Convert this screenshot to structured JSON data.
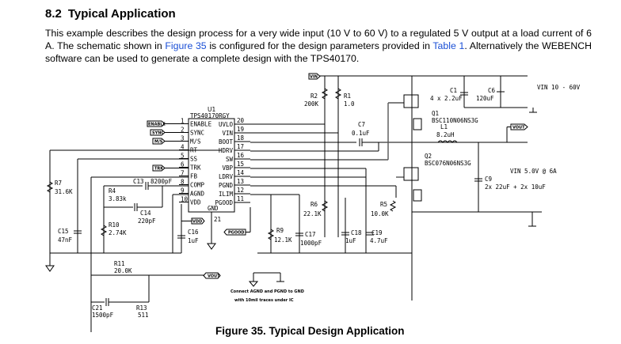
{
  "section": {
    "number": "8.2",
    "title": "Typical Application"
  },
  "paragraph": {
    "part1": "This example describes the design process for a very wide input (10 V to 60 V) to a regulated 5 V output at a load current of 6 A. The schematic shown in ",
    "link1": "Figure 35",
    "part2": " is configured for the design parameters provided in ",
    "link2": "Table 1",
    "part3": ". Alternatively the WEBENCH software can be used to generate a complete design with the TPS40170."
  },
  "caption": "Figure 35.  Typical Design Application",
  "schematic": {
    "ic": {
      "ref": "U1",
      "part": "TPS40170RGY",
      "left_pins": [
        {
          "num": "1",
          "name": "ENABLE"
        },
        {
          "num": "2",
          "name": "SYNC"
        },
        {
          "num": "3",
          "name": "M/S"
        },
        {
          "num": "4",
          "name": "RT"
        },
        {
          "num": "5",
          "name": "SS"
        },
        {
          "num": "6",
          "name": "TRK"
        },
        {
          "num": "7",
          "name": "FB"
        },
        {
          "num": "8",
          "name": "COMP"
        },
        {
          "num": "9",
          "name": "AGND"
        },
        {
          "num": "10",
          "name": "VDD"
        }
      ],
      "right_pins": [
        {
          "num": "20",
          "name": "UVLO"
        },
        {
          "num": "19",
          "name": "VIN"
        },
        {
          "num": "18",
          "name": "BOOT"
        },
        {
          "num": "17",
          "name": "HDRV"
        },
        {
          "num": "16",
          "name": "SW"
        },
        {
          "num": "15",
          "name": "VBP"
        },
        {
          "num": "14",
          "name": "LDRV"
        },
        {
          "num": "13",
          "name": "PGND"
        },
        {
          "num": "12",
          "name": "ILIM"
        },
        {
          "num": "11",
          "name": "PGOOD"
        }
      ],
      "gnd_pin": {
        "num": "21",
        "name": "GND"
      }
    },
    "net_labels": {
      "vin": "VIN",
      "enable": "ENABLE",
      "sync": "SYNC",
      "ms": "M/S",
      "trk": "TRK",
      "vdd": "VDD",
      "pgood": "PGOOD",
      "vout1": "VOUT",
      "vout2": "VOUT"
    },
    "components": {
      "r1": {
        "ref": "R1",
        "value": "1.0"
      },
      "r2": {
        "ref": "R2",
        "value": "200K"
      },
      "r4": {
        "ref": "R4",
        "value": "3.83k"
      },
      "r5": {
        "ref": "R5",
        "value": "10.0K"
      },
      "r6": {
        "ref": "R6",
        "value": "22.1K"
      },
      "r7": {
        "ref": "R7",
        "value": "31.6K"
      },
      "r9": {
        "ref": "R9",
        "value": "12.1K"
      },
      "r10": {
        "ref": "R10",
        "value": "2.74K"
      },
      "r11": {
        "ref": "R11",
        "value": "20.0K"
      },
      "r13": {
        "ref": "R13",
        "value": "511"
      },
      "c1": {
        "ref": "C1",
        "value": "4 x 2.2uF"
      },
      "c6": {
        "ref": "C6",
        "value": "120uF"
      },
      "c7": {
        "ref": "C7",
        "value": "0.1uF"
      },
      "c9": {
        "ref": "C9",
        "value": "2x 22uF + 2x 10uF"
      },
      "c13": {
        "ref": "C13",
        "value": "8200pF"
      },
      "c14": {
        "ref": "C14",
        "value": "220pF"
      },
      "c15": {
        "ref": "C15",
        "value": "47nF"
      },
      "c16": {
        "ref": "C16",
        "value": "1uF"
      },
      "c17": {
        "ref": "C17",
        "value": "1000pF"
      },
      "c18": {
        "ref": "C18",
        "value": "1uF"
      },
      "c19": {
        "ref": "C19",
        "value": "4.7uF"
      },
      "c21": {
        "ref": "C21",
        "value": "1500pF"
      },
      "q1": {
        "ref": "Q1",
        "part": "BSC110N06NS3G"
      },
      "q2": {
        "ref": "Q2",
        "part": "BSC076N06NS3G"
      },
      "l1": {
        "ref": "L1",
        "value": "8.2uH"
      }
    },
    "annotations": {
      "vin_range": "VIN 10 - 60V",
      "vout_spec": "VIN 5.0V @ 6A",
      "note_line1": "Connect AGND and PGND to GND",
      "note_line2": "with 10mil traces under IC"
    }
  }
}
